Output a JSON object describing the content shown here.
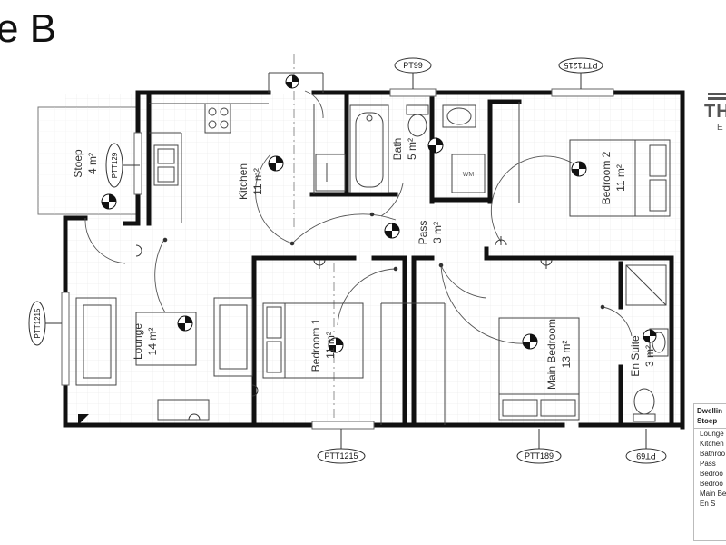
{
  "page_title": "e B",
  "brand": {
    "name": "TH",
    "sub": "E"
  },
  "rooms": {
    "stoep": {
      "name": "Stoep",
      "area": "4 m²"
    },
    "kitchen": {
      "name": "Kitchen",
      "area": "11 m²"
    },
    "bath": {
      "name": "Bath",
      "area": "5 m²"
    },
    "pass": {
      "name": "Pass",
      "area": "3 m²"
    },
    "bedroom2": {
      "name": "Bedroom 2",
      "area": "11 m²"
    },
    "lounge": {
      "name": "Lounge",
      "area": "14 m²"
    },
    "bedroom1": {
      "name": "Bedroom 1",
      "area": "11 m²"
    },
    "main_bedroom": {
      "name": "Main Bedroom",
      "area": "13 m²"
    },
    "en_suite": {
      "name": "En Suite",
      "area": "3 m²"
    }
  },
  "tags": {
    "pt99": "PT99",
    "ptt1215_top": "PTT1215",
    "ptt129": "PTT129",
    "ptt1215_left": "PTT1215",
    "ptt1215_bottom": "PTT1215",
    "ptt189": "PTT189",
    "pt69": "PT69"
  },
  "fixtures": {
    "washing_machine": "WM"
  },
  "schedule": {
    "header": [
      "Dwellin",
      "Stoep"
    ],
    "rows": [
      "Lounge",
      "Kitchen",
      "Bathroo",
      "Pass",
      "Bedroo",
      "Bedroo",
      "Main Be",
      "En S"
    ]
  }
}
